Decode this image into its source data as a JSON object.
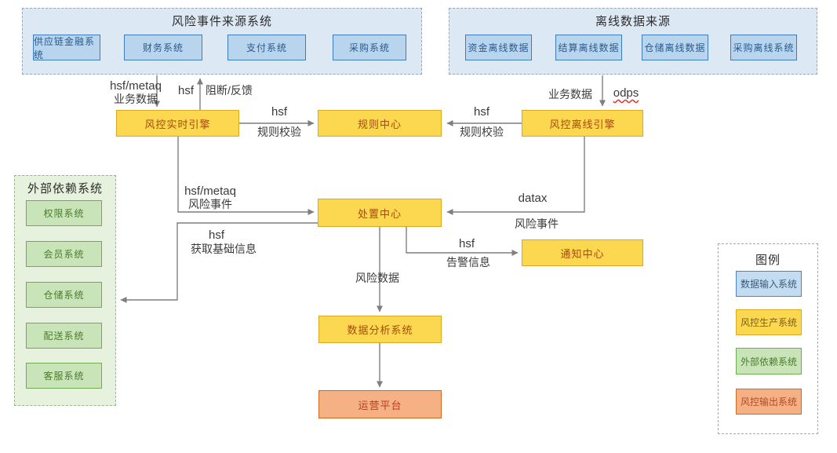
{
  "colors": {
    "data_input_fill": "#b9d5ee",
    "data_input_border": "#3e7cbe",
    "data_input_text": "#275b8f",
    "production_fill": "#fcd750",
    "production_border": "#d9a921",
    "production_text": "#a64b0a",
    "external_fill": "#c9e4b8",
    "external_border": "#6fae4e",
    "external_text": "#4b7b2d",
    "output_fill": "#f5b183",
    "output_border": "#d2691e",
    "output_text": "#bf3a1e",
    "panel_blue_bg": "#dce9f5",
    "panel_green_bg": "#e6f1de",
    "connector": "#7f7f7f",
    "spellcheck_underline": "#e03321"
  },
  "source_panel": {
    "title": "风险事件来源系统",
    "items": [
      "供应链金融系统",
      "财务系统",
      "支付系统",
      "采购系统"
    ]
  },
  "offline_panel": {
    "title": "离线数据来源",
    "items": [
      "资金离线数据",
      "结算离线数据",
      "仓储离线数据",
      "采购离线系统"
    ]
  },
  "external_panel": {
    "title": "外部依赖系统",
    "items": [
      "权限系统",
      "会员系统",
      "仓储系统",
      "配送系统",
      "客服系统"
    ]
  },
  "nodes": {
    "realtime_engine": "风控实时引擎",
    "rule_center": "规则中心",
    "offline_engine": "风控离线引擎",
    "dispose_center": "处置中心",
    "notify_center": "通知中心",
    "data_analysis": "数据分析系统",
    "operation_platform": "运营平台"
  },
  "edges": {
    "source_to_realtime": {
      "proto": "hsf/metaq",
      "desc": "业务数据"
    },
    "realtime_feedback": {
      "proto": "hsf",
      "desc": "阻断/反馈"
    },
    "realtime_to_rule": {
      "proto": "hsf",
      "desc": "规则校验"
    },
    "offline_to_rule": {
      "proto": "hsf",
      "desc": "规则校验"
    },
    "offline_source_to_engine": {
      "desc": "业务数据",
      "proto": "odps"
    },
    "realtime_to_dispose": {
      "proto": "hsf/metaq",
      "desc": "风险事件"
    },
    "offline_to_dispose": {
      "proto": "datax",
      "desc": "风险事件"
    },
    "dispose_to_external": {
      "proto": "hsf",
      "desc": "获取基础信息"
    },
    "dispose_to_notify": {
      "proto": "hsf",
      "desc": "告警信息"
    },
    "dispose_to_analysis": {
      "desc": "风险数据"
    }
  },
  "legend": {
    "title": "图例",
    "items": [
      {
        "label": "数据输入系统",
        "type": "data-input"
      },
      {
        "label": "风控生产系统",
        "type": "risk-production"
      },
      {
        "label": "外部依赖系统",
        "type": "external-dependency"
      },
      {
        "label": "风控输出系统",
        "type": "risk-output"
      }
    ]
  }
}
